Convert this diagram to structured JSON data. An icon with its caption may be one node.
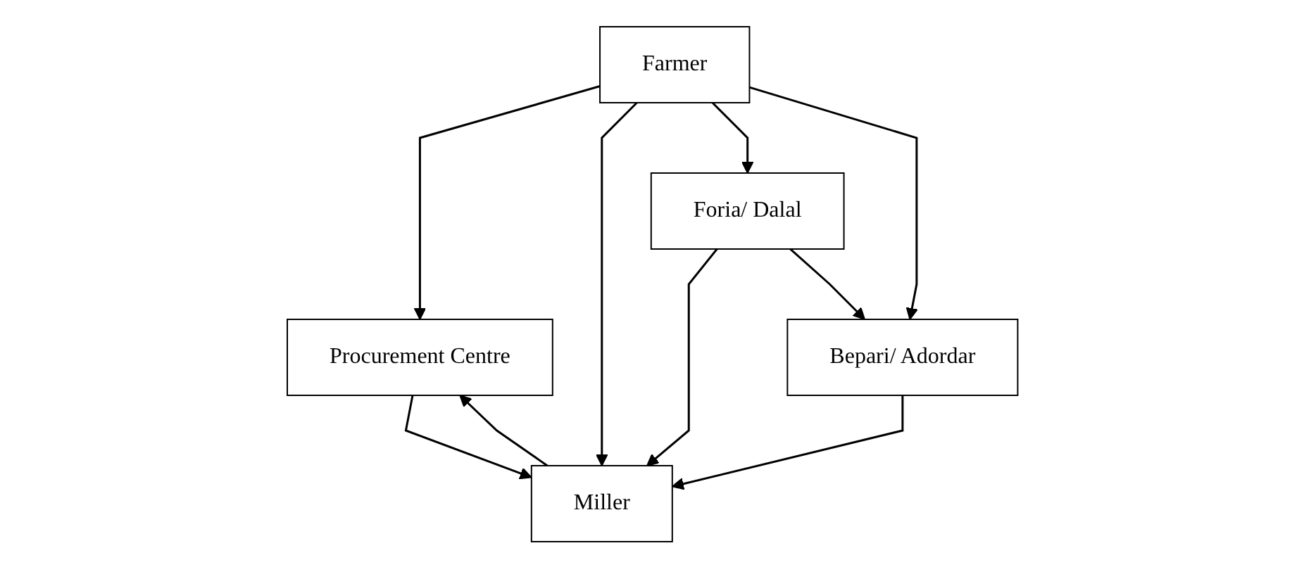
{
  "diagram": {
    "nodes": [
      {
        "text": [
          "Farmer"
        ]
      },
      {
        "text": [
          "Procurement Centre"
        ]
      },
      {
        "text": [
          "Miller"
        ]
      },
      {
        "text": [
          "Foria/ Dalal"
        ]
      },
      {
        "text": [
          "Bepari/ Adordar"
        ]
      }
    ],
    "edges": [
      {
        "from": 0,
        "to": 1,
        "arrow": "to"
      },
      {
        "from": 0,
        "to": 2,
        "arrow": "to"
      },
      {
        "from": 0,
        "to": 3,
        "arrow": "to"
      },
      {
        "from": 0,
        "to": 4,
        "arrow": "to"
      },
      {
        "from": 2,
        "to": 1,
        "arrow": "to"
      },
      {
        "from": 1,
        "to": 2,
        "arrow": "to"
      },
      {
        "from": 3,
        "to": 2,
        "arrow": "to"
      },
      {
        "from": 3,
        "to": 4,
        "arrow": "to"
      },
      {
        "from": 4,
        "to": 2,
        "arrow": "to"
      }
    ]
  }
}
